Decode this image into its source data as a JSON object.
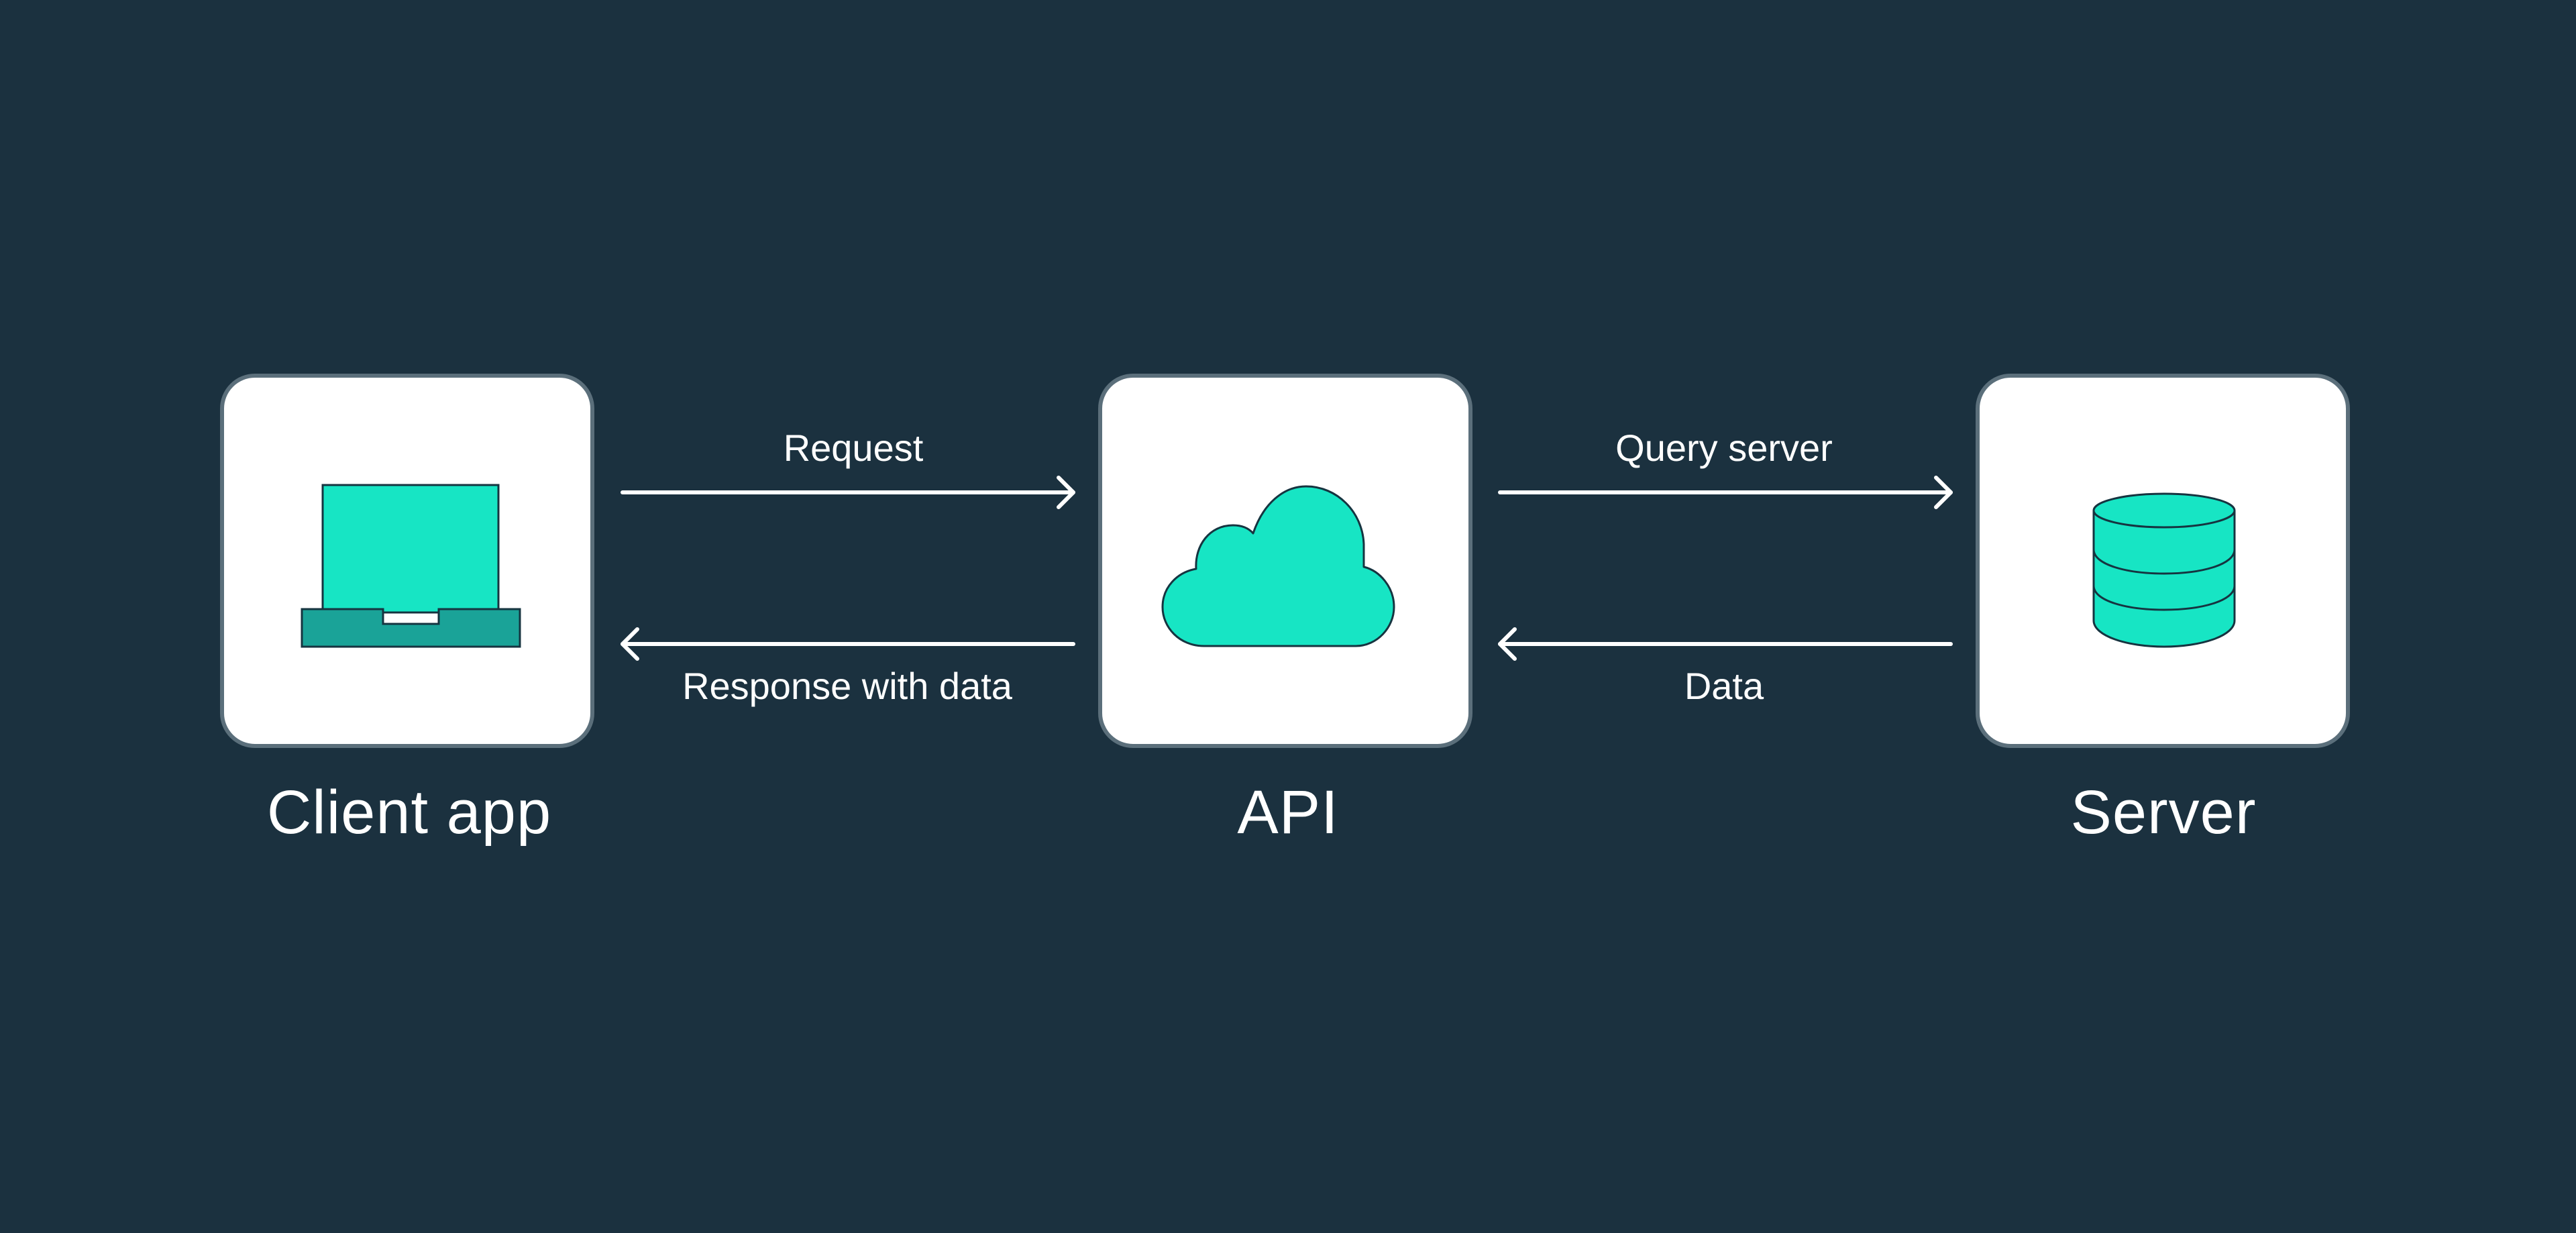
{
  "diagram": {
    "nodes": [
      {
        "id": "client",
        "label": "Client app",
        "icon": "laptop-icon"
      },
      {
        "id": "api",
        "label": "API",
        "icon": "cloud-icon"
      },
      {
        "id": "server",
        "label": "Server",
        "icon": "database-icon"
      }
    ],
    "edges": [
      {
        "from": "client",
        "to": "api",
        "label": "Request"
      },
      {
        "from": "api",
        "to": "client",
        "label": "Response with data"
      },
      {
        "from": "api",
        "to": "server",
        "label": "Query server"
      },
      {
        "from": "server",
        "to": "api",
        "label": "Data"
      }
    ]
  },
  "colors": {
    "background": "#1b313f",
    "card": "#ffffff",
    "card_border": "#5b6f7b",
    "icon_fill": "#17e5c4",
    "icon_dark_fill": "#1aa398",
    "icon_stroke": "#163440",
    "text": "#ffffff"
  }
}
